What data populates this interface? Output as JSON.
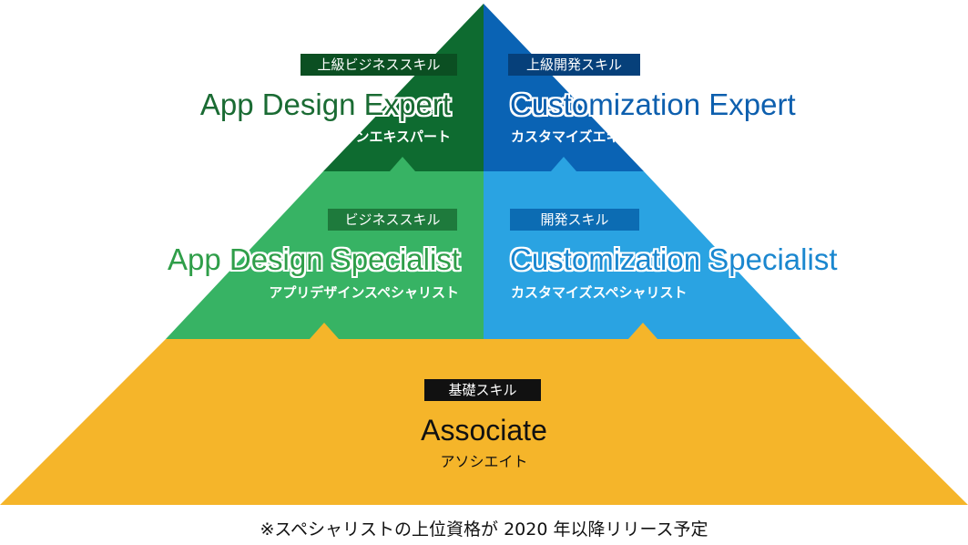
{
  "colors": {
    "expert_business": "#0e6b30",
    "expert_dev": "#0a63b4",
    "specialist_business": "#37b364",
    "specialist_dev": "#2aa3e2",
    "associate": "#f5b52a",
    "tag_expert_business": "#0b4f22",
    "tag_expert_dev": "#06407a",
    "tag_specialist_business": "#1e7a3c",
    "tag_specialist_dev": "#0c6cb3",
    "tag_associate": "#111111"
  },
  "expert": {
    "business": {
      "tag": "上級ビジネススキル",
      "title": "App Design Expert",
      "subtitle": "アプリデザインエキスパート"
    },
    "dev": {
      "tag": "上級開発スキル",
      "title": "Customization Expert",
      "subtitle": "カスタマイズエキスパート"
    }
  },
  "specialist": {
    "business": {
      "tag": "ビジネススキル",
      "title": "App Design Specialist",
      "subtitle": "アプリデザインスペシャリスト"
    },
    "dev": {
      "tag": "開発スキル",
      "title": "Customization Specialist",
      "subtitle": "カスタマイズスペシャリスト"
    }
  },
  "associate": {
    "tag": "基礎スキル",
    "title": "Associate",
    "subtitle": "アソシエイト"
  },
  "footnote": "※スペシャリストの上位資格が 2020 年以降リリース予定"
}
